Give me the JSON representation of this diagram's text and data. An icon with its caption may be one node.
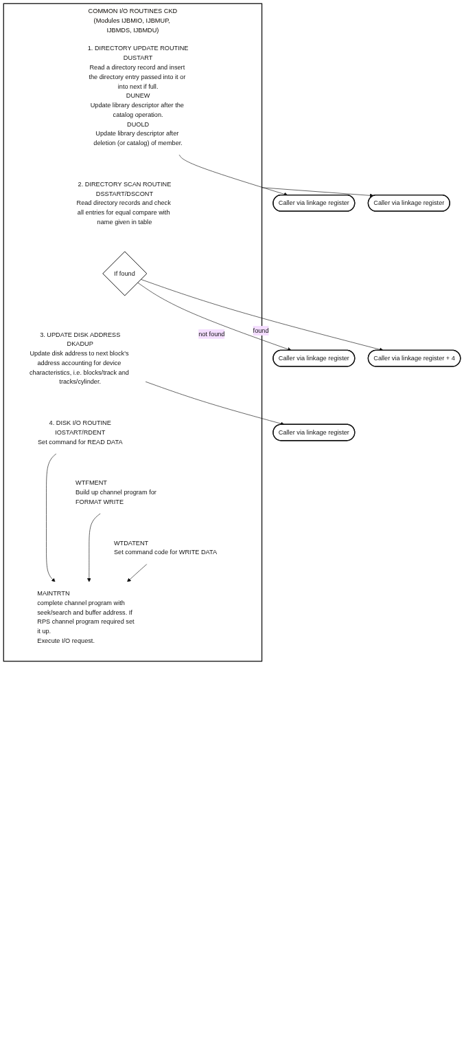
{
  "diagram": {
    "nodes": [
      {
        "text": [
          "COMMON I/O ROUTINES CKD",
          "(Modules IJBMIO, IJBMUP, IJBMDS, IJBMDU)"
        ]
      },
      {
        "text": [
          "1. DIRECTORY UPDATE ROUTINE",
          "DUSTART",
          "Read a directory record and insert the directory entry passed into it or into next if full.",
          "DUNEW",
          "Update library descriptor after the catalog operation.",
          "DUOLD",
          "Update library descriptor after deletion (or catalog) of member."
        ],
        "in": 0
      },
      {
        "text": [
          "Caller via linkage register"
        ]
      },
      {
        "text": [
          "2. DIRECTORY SCAN ROUTINE",
          "DSSTART/DSCONT",
          "Read directory records and check all entries for equal compare with name given in table"
        ],
        "in": 0
      },
      {
        "text": [
          "If found"
        ],
        "in": 0
      },
      {
        "text": [
          "Caller via linkage register"
        ]
      },
      {
        "text": [
          "Caller via linkage register + 4"
        ]
      },
      {
        "text": [
          "3. UPDATE DISK ADDRESS",
          "DKADUP",
          "Update disk address to next block's address accounting for device characteristics, i.e. blocks/track and tracks/cylinder."
        ],
        "in": 0
      },
      {
        "text": [
          "Caller via linkage register"
        ]
      },
      {
        "text": [
          "4. DISK I/O ROUTINE",
          "IOSTART/RDENT",
          "Set command for READ DATA"
        ],
        "in": 0
      },
      {
        "text": [
          "WTFMENT",
          "Build up channel program for FORMAT WRITE"
        ],
        "in": 0
      },
      {
        "text": [
          "WTDATENT",
          "Set command code for WRITE DATA"
        ],
        "in": 0
      },
      {
        "text": [
          "MAINTRTN",
          "complete channel program with seek/search and buffer address. If RPS channel program required set it up.",
          "Execute I/O request."
        ],
        "in": 0
      },
      {
        "text": [
          "Caller via linkage register"
        ]
      }
    ],
    "edges": [
      {
        "from": 1,
        "to": 2,
        "arrow": "to"
      },
      {
        "from": 4,
        "to": 5,
        "arrow": "to",
        "label": "not found"
      },
      {
        "from": 4,
        "to": 6,
        "arrow": "to",
        "label": "found"
      },
      {
        "from": 7,
        "to": 8,
        "arrow": "to"
      },
      {
        "from": 9,
        "to": 12,
        "arrow": "to"
      },
      {
        "from": 10,
        "to": 12,
        "arrow": "to"
      },
      {
        "from": 11,
        "to": 12,
        "arrow": "to"
      },
      {
        "from": 0,
        "to": 13,
        "arrow": "to"
      }
    ]
  }
}
